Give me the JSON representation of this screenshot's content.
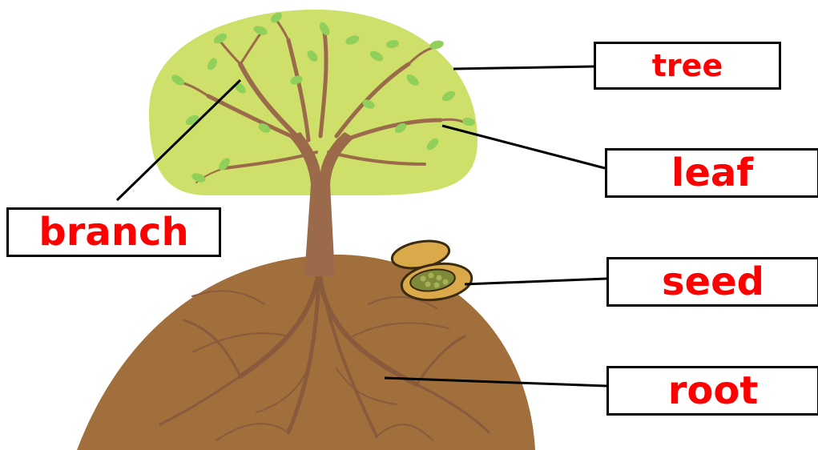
{
  "labels": {
    "tree": "tree",
    "leaf": "leaf",
    "branch": "branch",
    "seed": "seed",
    "root": "root"
  },
  "colors": {
    "label_text": "#ff0000",
    "label_border": "#000000",
    "canopy": "#cfe06a",
    "leaves": "#8fcf5a",
    "trunk": "#9a6a4a",
    "soil": "#a06f3c",
    "roots": "#8a5a3c",
    "seed_pod": "#d9a94a",
    "seed_inner": "#7d8a3a"
  },
  "icons": {
    "seed": "seed-pod-icon"
  }
}
